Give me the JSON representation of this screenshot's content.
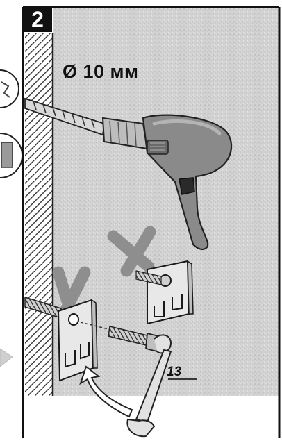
{
  "step": {
    "number": "2"
  },
  "drill": {
    "diameter_label": "Ø 10 мм"
  },
  "wrench": {
    "size_label": "13"
  },
  "colors": {
    "wall_texture": "#d2d2d2",
    "hatch_line": "#3a3a3a",
    "drill_body": "#8a8a8a",
    "drill_highlight": "#b4b4b4",
    "cross_mark": "#8e8e8e",
    "bracket_fill": "#e8e8e8",
    "outline": "#1a1a1a"
  }
}
